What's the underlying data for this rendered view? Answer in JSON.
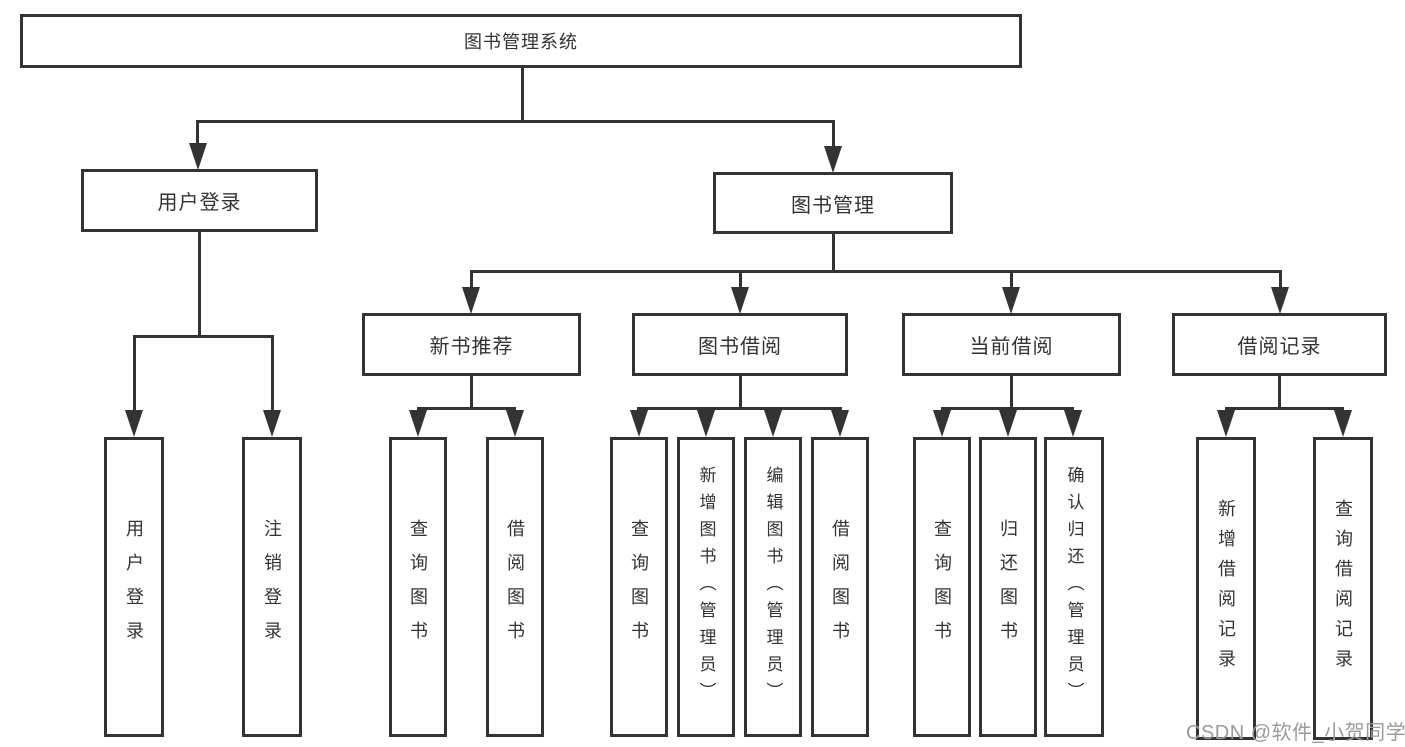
{
  "root": {
    "label": "图书管理系统"
  },
  "branches": {
    "user_login": {
      "label": "用户登录",
      "children": [
        "用户登录",
        "注销登录"
      ]
    },
    "book_mgmt": {
      "label": "图书管理",
      "sections": {
        "new_books": {
          "label": "新书推荐",
          "children": [
            "查询图书",
            "借阅图书"
          ]
        },
        "book_borrow": {
          "label": "图书借阅",
          "children": [
            "查询图书",
            "新增图书（管理员）",
            "编辑图书（管理员）",
            "借阅图书"
          ]
        },
        "current_borrow": {
          "label": "当前借阅",
          "children": [
            "查询图书",
            "归还图书",
            "确认归还（管理员）"
          ]
        },
        "borrow_records": {
          "label": "借阅记录",
          "children": [
            "新增借阅记录",
            "查询借阅记录"
          ]
        }
      }
    }
  },
  "watermark": "CSDN @软件_小贺同学",
  "colors": {
    "line": "#333333",
    "box_border": "#333333",
    "text": "#333333",
    "background": "#ffffff",
    "watermark": "#9b9b9b"
  }
}
